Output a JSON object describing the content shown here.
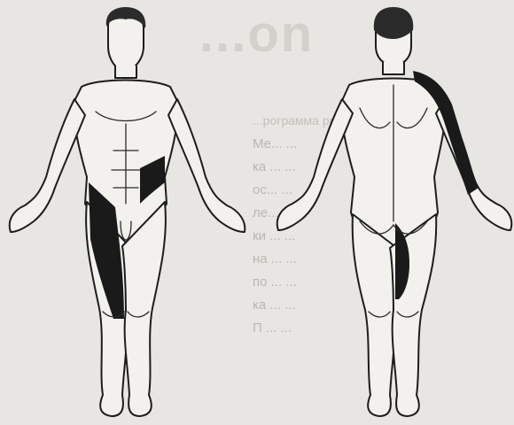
{
  "background_text": {
    "big": "...on",
    "heading": "...рограмма ро...",
    "lines": [
      "Ме... ...",
      "ка ... ...",
      "ос... ...",
      "ле... ...",
      "ки ... ...",
      "на ... ...",
      "по ... ...",
      "ка ... ...",
      "П ... ..."
    ]
  },
  "figures": {
    "front": {
      "view": "anterior",
      "shaded_zone": "medial thigh"
    },
    "back": {
      "view": "posterior",
      "shaded_zone": "lateral arm and back of thigh"
    }
  },
  "colors": {
    "paper": "#e8e6e2",
    "ink": "#1d1d1d",
    "shading": "#1a1a1a"
  }
}
